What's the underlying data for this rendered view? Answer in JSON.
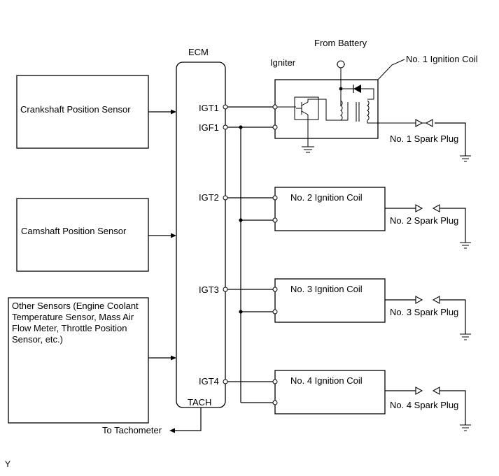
{
  "ecm": {
    "title": "ECM",
    "tach": "TACH",
    "pins": [
      "IGT1",
      "IGF1",
      "IGT2",
      "IGT3",
      "IGT4"
    ]
  },
  "sensors": {
    "crankshaft": "Crankshaft Position Sensor",
    "camshaft": "Camshaft Position Sensor",
    "other_lines": [
      "Other Sensors (Engine Coolant",
      "Temperature Sensor, Mass Air",
      "Flow Meter, Throttle Position",
      "Sensor, etc.)"
    ]
  },
  "igniter": {
    "label": "Igniter",
    "battery": "From Battery",
    "coil1_label": "No. 1 Ignition Coil"
  },
  "coils": [
    "No. 2 Ignition Coil",
    "No. 3 Ignition Coil",
    "No. 4 Ignition Coil"
  ],
  "spark_plugs": [
    "No. 1 Spark Plug",
    "No. 2 Spark Plug",
    "No. 3 Spark Plug",
    "No. 4 Spark Plug"
  ],
  "tachometer": "To Tachometer",
  "corner_mark": "Y"
}
